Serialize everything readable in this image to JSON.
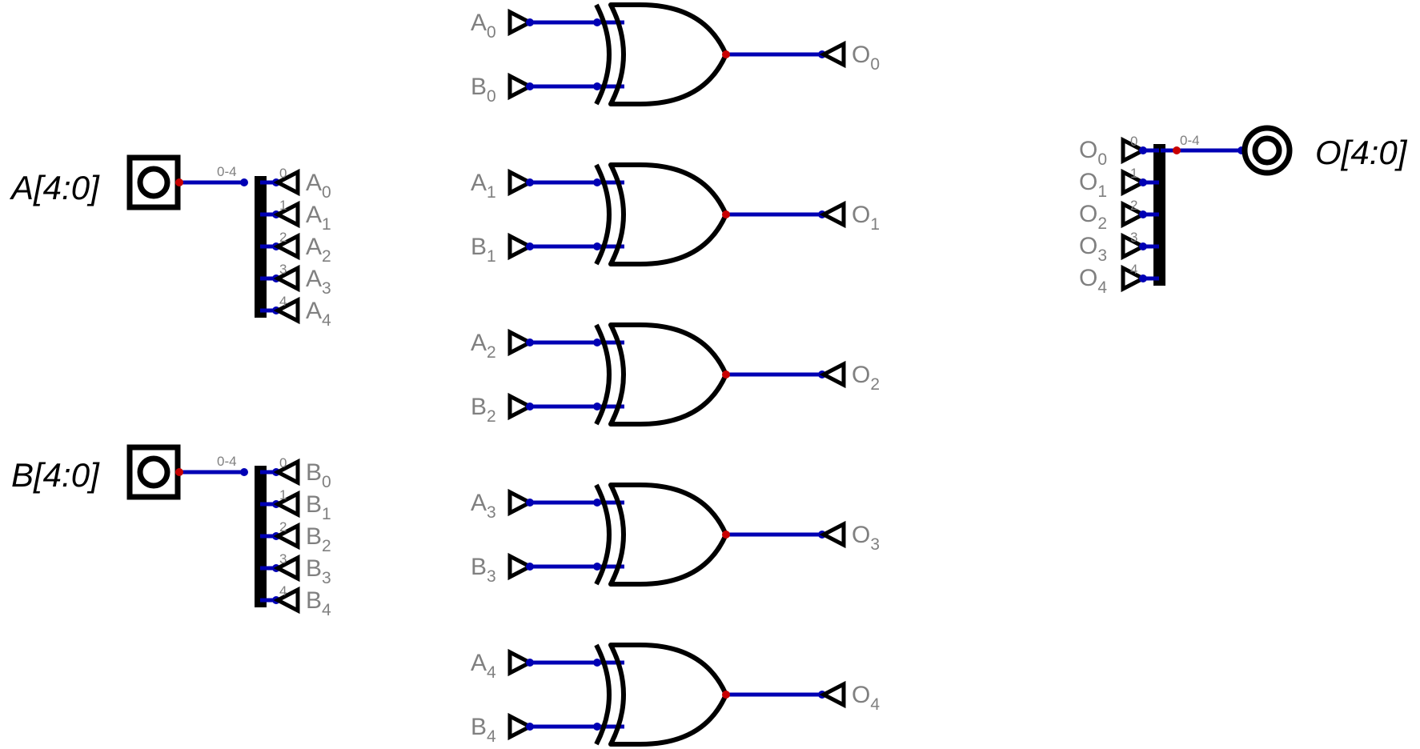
{
  "colors": {
    "wire": "#0000b4",
    "wire_dot": "#0000b4",
    "output_dot": "#c80000",
    "component": "#000000",
    "label": "#808080"
  },
  "inputs": [
    {
      "name": "A[4:0]",
      "bits": "0-4",
      "bit_base": "A"
    },
    {
      "name": "B[4:0]",
      "bits": "0-4",
      "bit_base": "B"
    }
  ],
  "output": {
    "name": "O[4:0]",
    "bits": "0-4",
    "bit_base": "O"
  },
  "bit_indices": [
    "0",
    "1",
    "2",
    "3",
    "4"
  ],
  "gates": [
    {
      "type": "xor",
      "in_a": "A",
      "in_b": "B",
      "out": "O",
      "bit": "0"
    },
    {
      "type": "xor",
      "in_a": "A",
      "in_b": "B",
      "out": "O",
      "bit": "1"
    },
    {
      "type": "xor",
      "in_a": "A",
      "in_b": "B",
      "out": "O",
      "bit": "2"
    },
    {
      "type": "xor",
      "in_a": "A",
      "in_b": "B",
      "out": "O",
      "bit": "3"
    },
    {
      "type": "xor",
      "in_a": "A",
      "in_b": "B",
      "out": "O",
      "bit": "4"
    }
  ]
}
